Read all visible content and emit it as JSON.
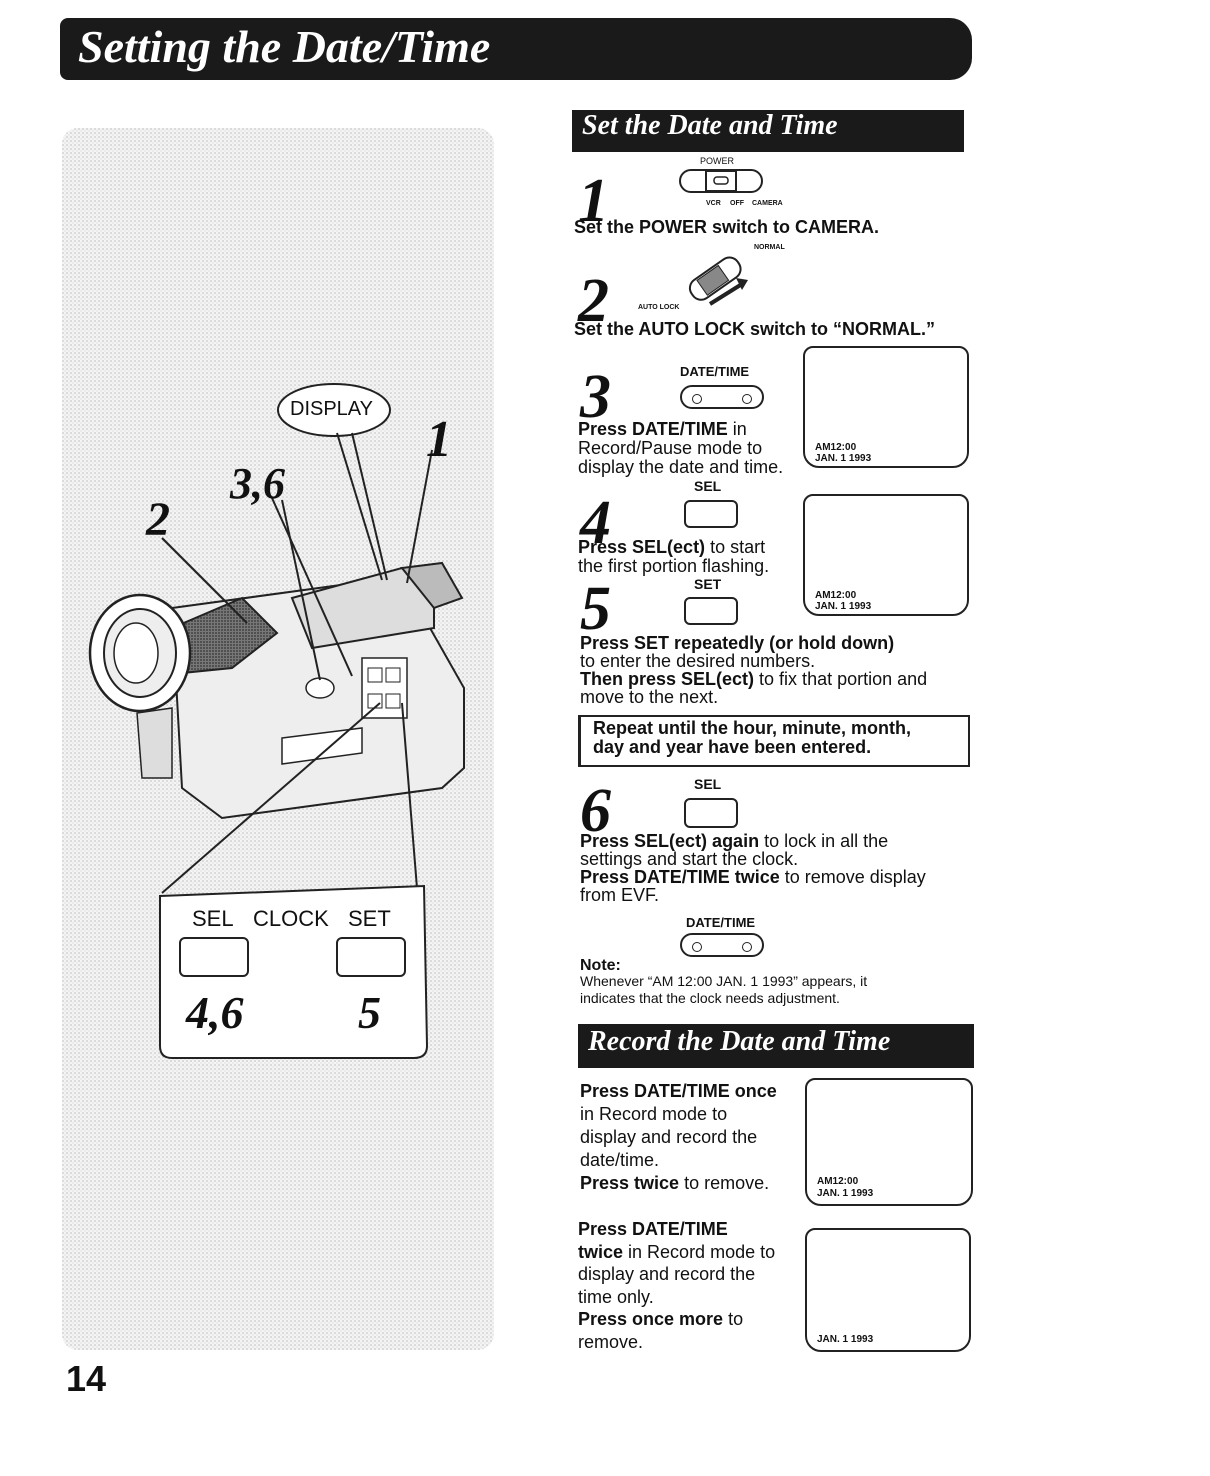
{
  "header": {
    "title": "Setting the Date/Time"
  },
  "illustration": {
    "display_label": "DISPLAY",
    "callout_1": "1",
    "callout_2": "2",
    "callout_36": "3,6",
    "panel": {
      "sel": "SEL",
      "clock": "CLOCK",
      "set": "SET",
      "num_46": "4,6",
      "num_5": "5"
    }
  },
  "section_set": {
    "title": "Set the Date and Time"
  },
  "step1": {
    "num": "1",
    "power_label": "POWER",
    "vcr": "VCR",
    "off": "OFF",
    "camera": "CAMERA",
    "text": "Set the POWER switch to CAMERA."
  },
  "step2": {
    "num": "2",
    "normal_label": "NORMAL",
    "autolock_label": "AUTO LOCK",
    "text": "Set the AUTO LOCK switch to “NORMAL.”"
  },
  "step3": {
    "num": "3",
    "button_label": "DATE/TIME",
    "text_bold": "Press DATE/TIME",
    "text_bold_tail": " in",
    "line2": "Record/Pause mode to",
    "line3": "display the date and time.",
    "screen_time": "AM12:00",
    "screen_date": "JAN.  1  1993"
  },
  "step4": {
    "num": "4",
    "button_label": "SEL",
    "text_bold": "Press SEL(ect)",
    "text_tail": " to start",
    "line2": "the first portion flashing.",
    "screen_time": "AM12:00",
    "screen_date": "JAN.  1  1993"
  },
  "step5": {
    "num": "5",
    "button_label": "SET",
    "line1_bold": "Press SET repeatedly (or hold down)",
    "line2": "to enter the desired numbers.",
    "line3_bold": "Then press SEL(ect)",
    "line3_tail": " to fix that portion and",
    "line4": "move to the next."
  },
  "repeat_box": {
    "line1": "Repeat until the hour, minute, month,",
    "line2": "day and year have been entered."
  },
  "step6": {
    "num": "6",
    "button_label": "SEL",
    "line1_bold": "Press SEL(ect) again",
    "line1_tail": " to lock in all the",
    "line2": "settings and start the clock.",
    "line3_bold": "Press DATE/TIME twice",
    "line3_tail": " to remove display",
    "line4": "from EVF.",
    "button2_label": "DATE/TIME"
  },
  "note": {
    "label": "Note:",
    "line1": "Whenever “AM 12:00 JAN. 1 1993” appears, it",
    "line2": "indicates that the clock needs adjustment."
  },
  "section_record": {
    "title": "Record the Date and Time"
  },
  "record_once": {
    "bold1": "Press DATE/TIME once",
    "line2": "in Record mode to",
    "line3": "display and record the",
    "line4": "date/time.",
    "bold5": "Press twice",
    "tail5": " to remove.",
    "screen_time": "AM12:00",
    "screen_date": "JAN.  1  1993"
  },
  "record_twice": {
    "bold1": "Press DATE/TIME",
    "bold2": "twice",
    "tail2": " in Record mode to",
    "line3": "display and record the",
    "line4": "time only.",
    "bold5": "Press once more",
    "tail5": " to",
    "line6": "remove.",
    "screen_date": "JAN.  1  1993"
  },
  "footer": {
    "page_number": "14"
  }
}
